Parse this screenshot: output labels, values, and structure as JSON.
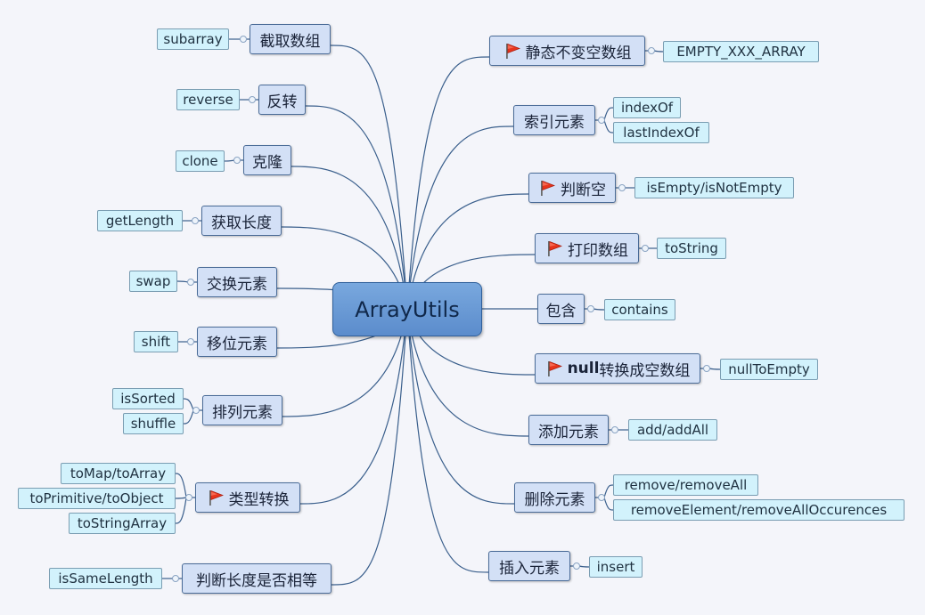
{
  "central": "ArrayUtils",
  "left": [
    {
      "id": "l1",
      "label": "截取数组",
      "leaves": [
        "subarray"
      ]
    },
    {
      "id": "l2",
      "label": "反转",
      "leaves": [
        "reverse"
      ]
    },
    {
      "id": "l3",
      "label": "克隆",
      "leaves": [
        "clone"
      ]
    },
    {
      "id": "l4",
      "label": "获取长度",
      "leaves": [
        "getLength"
      ]
    },
    {
      "id": "l5",
      "label": "交换元素",
      "leaves": [
        "swap"
      ]
    },
    {
      "id": "l6",
      "label": "移位元素",
      "leaves": [
        "shift"
      ]
    },
    {
      "id": "l7",
      "label": "排列元素",
      "leaves": [
        "isSorted",
        "shuffle"
      ]
    },
    {
      "id": "l8",
      "label": "类型转换",
      "flag": true,
      "leaves": [
        "toMap/toArray",
        "toPrimitive/toObject",
        "toStringArray"
      ]
    },
    {
      "id": "l9",
      "label": "判断长度是否相等",
      "leaves": [
        "isSameLength"
      ]
    }
  ],
  "right": [
    {
      "id": "r1",
      "label": "静态不变空数组",
      "flag": true,
      "leaves": [
        "EMPTY_XXX_ARRAY"
      ]
    },
    {
      "id": "r2",
      "label": "索引元素",
      "leaves": [
        "indexOf",
        "lastIndexOf"
      ]
    },
    {
      "id": "r3",
      "label": "判断空",
      "flag": true,
      "leaves": [
        "isEmpty/isNotEmpty"
      ]
    },
    {
      "id": "r4",
      "label": "打印数组",
      "flag": true,
      "leaves": [
        "toString"
      ]
    },
    {
      "id": "r5",
      "label": "包含",
      "leaves": [
        "contains"
      ]
    },
    {
      "id": "r6",
      "label_strong": "null",
      "label": "转换成空数组",
      "flag": true,
      "leaves": [
        "nullToEmpty"
      ]
    },
    {
      "id": "r7",
      "label": "添加元素",
      "leaves": [
        "add/addAll"
      ]
    },
    {
      "id": "r8",
      "label": "删除元素",
      "leaves": [
        "remove/removeAll",
        "removeElement/removeAllOccurences"
      ]
    },
    {
      "id": "r9",
      "label": "插入元素",
      "leaves": [
        "insert"
      ]
    }
  ],
  "colors": {
    "link": "#3a5f8c",
    "central_fill": "#6b9ad6",
    "main_fill": "#d3e0f6",
    "leaf_fill": "#d2f2fc",
    "flag_red": "#e8341c"
  }
}
